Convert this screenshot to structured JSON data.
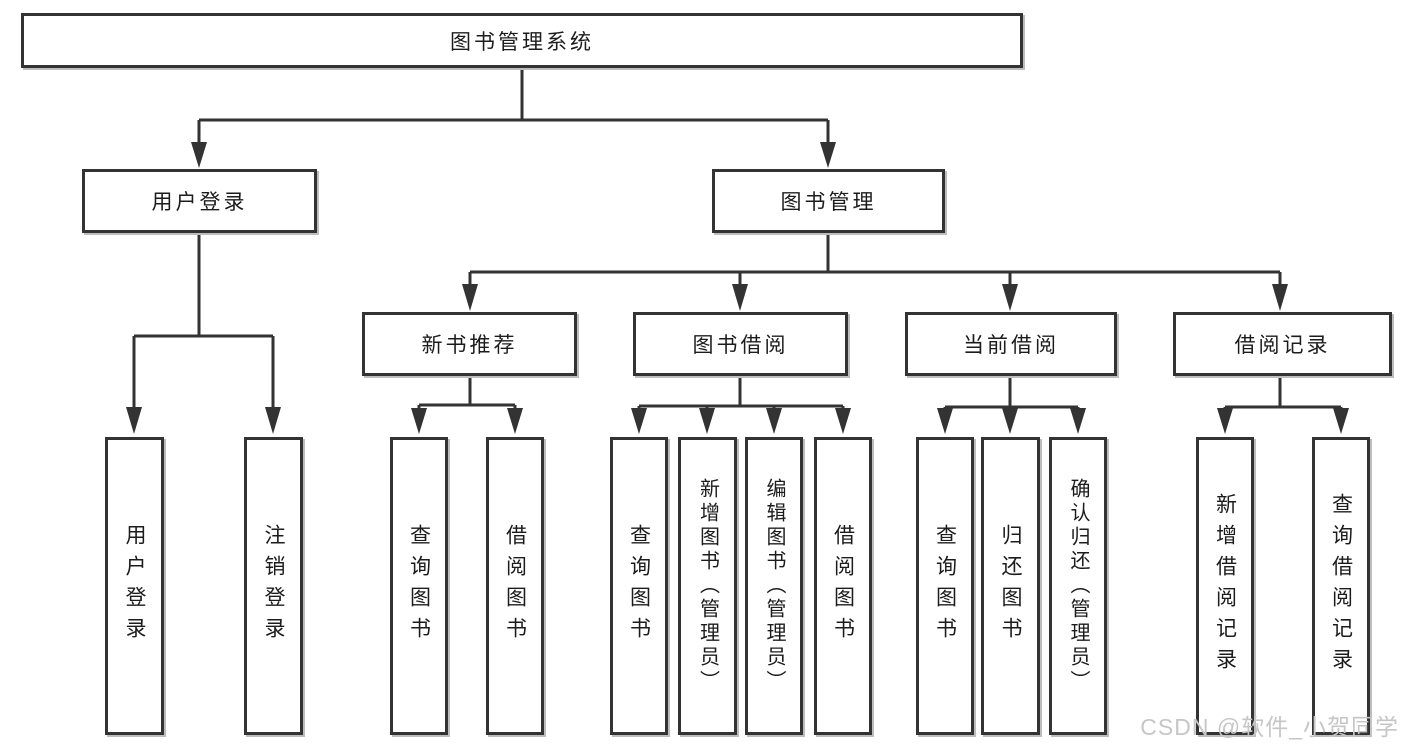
{
  "diagram": {
    "title": "图书管理系统",
    "root": {
      "label": "图书管理系统",
      "children": [
        {
          "label": "用户登录",
          "children": [
            {
              "label": "用户登录"
            },
            {
              "label": "注销登录"
            }
          ]
        },
        {
          "label": "图书管理",
          "children": [
            {
              "label": "新书推荐",
              "children": [
                {
                  "label": "查询图书"
                },
                {
                  "label": "借阅图书"
                }
              ]
            },
            {
              "label": "图书借阅",
              "children": [
                {
                  "label": "查询图书"
                },
                {
                  "label": "新增图书（管理员）"
                },
                {
                  "label": "编辑图书（管理员）"
                },
                {
                  "label": "借阅图书"
                }
              ]
            },
            {
              "label": "当前借阅",
              "children": [
                {
                  "label": "查询图书"
                },
                {
                  "label": "归还图书"
                },
                {
                  "label": "确认归还（管理员）"
                }
              ]
            },
            {
              "label": "借阅记录",
              "children": [
                {
                  "label": "新增借阅记录"
                },
                {
                  "label": "查询借阅记录"
                }
              ]
            }
          ]
        }
      ]
    }
  },
  "watermark": {
    "text": "CSDN @软件_小贺同学"
  },
  "colors": {
    "line": "#333333",
    "box_border": "#333333",
    "box_shadow": "#bdbdbd",
    "text": "#1c1c1c",
    "background": "#ffffff",
    "watermark": "#c6c6c6"
  }
}
